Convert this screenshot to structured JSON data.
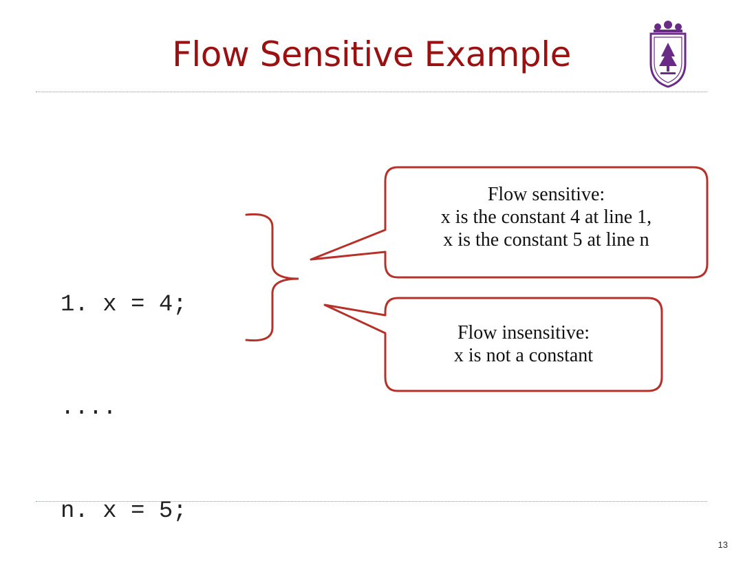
{
  "slide": {
    "title": "Flow Sensitive Example",
    "page_number": "13"
  },
  "code": {
    "lines": [
      "1. x = 4;",
      "....",
      "n. x = 5;"
    ]
  },
  "callouts": {
    "sensitive": {
      "lines": [
        "Flow sensitive:",
        "x is the constant 4 at line 1,",
        "x is the constant 5 at line n"
      ]
    },
    "insensitive": {
      "lines": [
        "Flow insensitive:",
        "x is not a constant"
      ]
    }
  },
  "colors": {
    "title": "#9b1010",
    "callout_border": "#b5312a",
    "brace": "#b5312a",
    "rule": "#7f97b5",
    "logo": "#6a2b86"
  },
  "icons": {
    "logo": "university-crest-icon"
  }
}
